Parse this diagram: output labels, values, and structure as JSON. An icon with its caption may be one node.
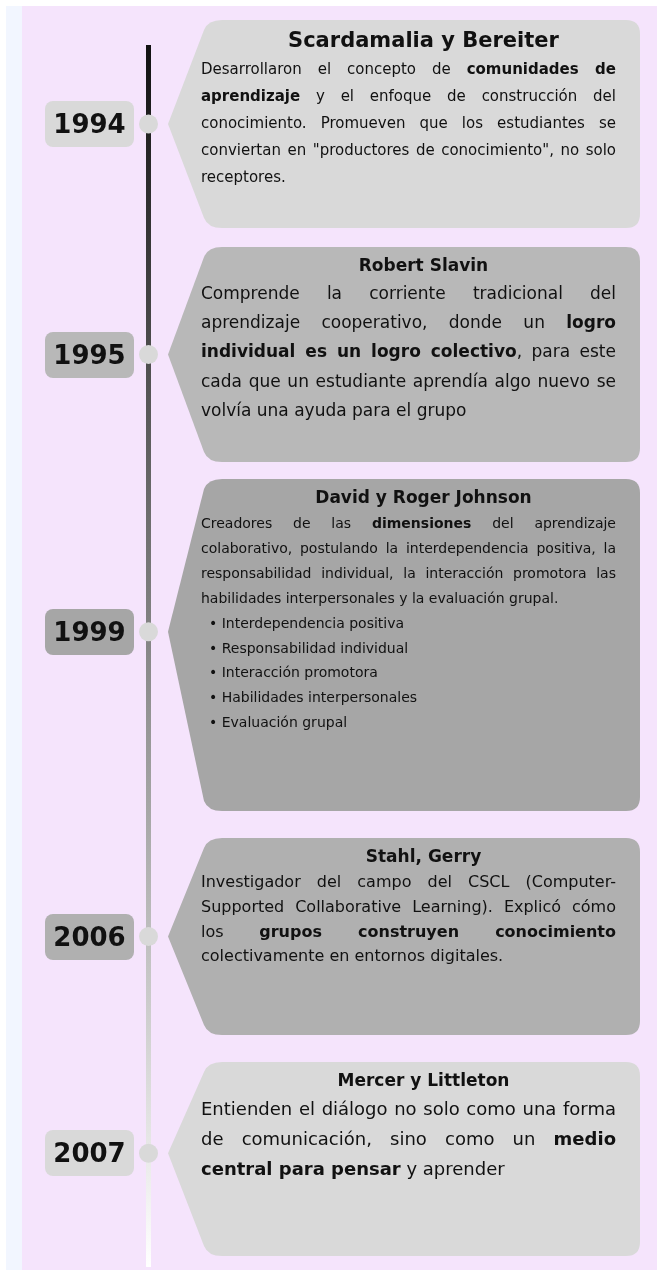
{
  "diagram": {
    "nodes": [
      {
        "text": [
          "1994"
        ]
      },
      {
        "text": [
          "Scardamalia y Bereiter",
          "Desarrollaron el concepto de **comunidades de aprendizaje** y el enfoque de construcción del conocimiento. Promueven que los estudiantes se conviertan en \"productores de conocimiento\", no solo receptores."
        ]
      },
      {
        "text": [
          "1995"
        ]
      },
      {
        "text": [
          "Robert Slavin",
          "Comprende la corriente tradicional del aprendizaje cooperativo, donde un **logro individual es un logro colectivo**, para este cada que un estudiante aprendía algo nuevo se volvía una ayuda para el grupo"
        ]
      },
      {
        "text": [
          "1999"
        ]
      },
      {
        "text": [
          "David y Roger Johnson",
          "Creadores de las **dimensiones** del aprendizaje colaborativo, postulando la interdependencia positiva, la responsabilidad individual, la interacción promotora las habilidades interpersonales y la evaluación grupal.",
          "• Interdependencia positiva",
          "• Responsabilidad individual",
          "• Interacción promotora",
          "• Habilidades interpersonales",
          "• Evaluación grupal"
        ]
      },
      {
        "text": [
          "2006"
        ]
      },
      {
        "text": [
          "Stahl, Gerry",
          "Investigador del campo del CSCL (Computer-Supported Collaborative Learning). Explicó cómo los **grupos construyen conocimiento** colectivamente en entornos digitales."
        ]
      },
      {
        "text": [
          "2007"
        ]
      },
      {
        "text": [
          "Mercer y Littleton",
          "Entienden el diálogo no solo como una forma de comunicación, sino como un **medio central para pensar** y aprender"
        ]
      }
    ]
  }
}
